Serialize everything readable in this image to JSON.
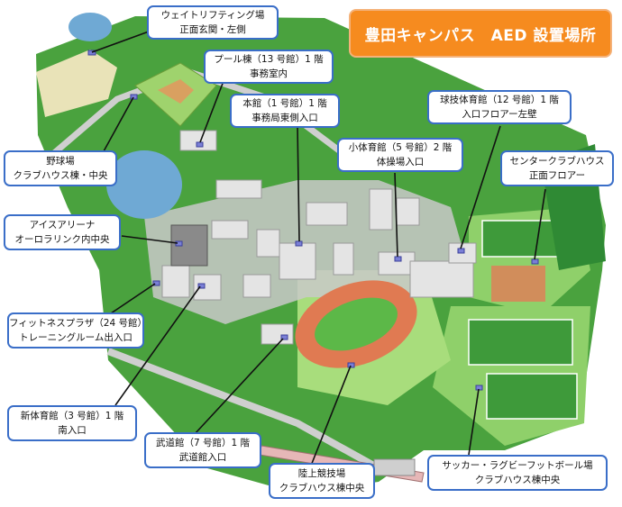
{
  "title": "豊田キャンパス　AED 設置場所",
  "colors": {
    "title_bg": "#f68b1f",
    "callout_border": "#3a6ec8",
    "grass": "#4aa23e",
    "track": "#e07a52",
    "water": "#6fa9d4"
  },
  "callouts": [
    {
      "id": "weightlifting",
      "line1": "ウェイトリフティング場",
      "line2": "正面玄関・左側"
    },
    {
      "id": "pool",
      "line1": "プール棟（13 号館）1 階",
      "line2": "事務室内"
    },
    {
      "id": "main",
      "line1": "本館（1 号館）1 階",
      "line2": "事務局東側入口"
    },
    {
      "id": "ballgym",
      "line1": "球技体育館（12 号館）1 階",
      "line2": "入口フロアー左壁"
    },
    {
      "id": "smallgym",
      "line1": "小体育館（5 号館）2 階",
      "line2": "体操場入口"
    },
    {
      "id": "centerclub",
      "line1": "センタークラブハウス",
      "line2": "正面フロアー"
    },
    {
      "id": "baseball",
      "line1": "野球場",
      "line2": "クラブハウス棟・中央"
    },
    {
      "id": "icearena",
      "line1": "アイスアリーナ",
      "line2": "オーロラリンク内中央"
    },
    {
      "id": "fitness",
      "line1": "フィットネスプラザ（24 号館）",
      "line2": "トレーニングルーム出入口"
    },
    {
      "id": "newgym",
      "line1": "新体育館（3 号館）1 階",
      "line2": "南入口"
    },
    {
      "id": "budo",
      "line1": "武道館（7 号館）1 階",
      "line2": "武道館入口"
    },
    {
      "id": "athletics",
      "line1": "陸上競技場",
      "line2": "クラブハウス棟中央"
    },
    {
      "id": "soccer",
      "line1": "サッカー・ラグビーフットボール場",
      "line2": "クラブハウス棟中央"
    }
  ]
}
